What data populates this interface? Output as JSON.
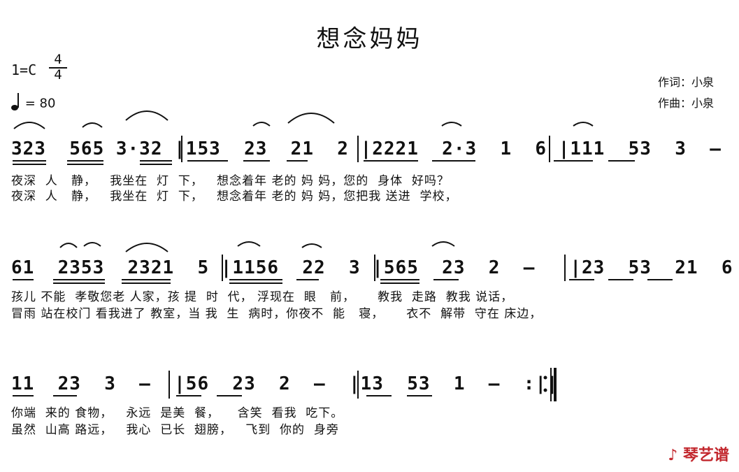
{
  "title": "想念妈妈",
  "key": "1=C",
  "time_signature": {
    "top": "4",
    "bottom": "4"
  },
  "tempo": "= 80",
  "lyricist": "作词：小泉",
  "composer": "作曲：小泉",
  "rows": [
    {
      "notes": "323  565 3·32 |153  23  21  2 |2221  2·3  1  6 |111  53  3  –",
      "lyric1": "夜深  人   静，   我坐在  灯  下，   想念着年 老的 妈 妈，您的  身体  好吗？",
      "lyric2": "夜深  人   静，   我坐在  灯  下，   想念着年 老的 妈 妈，您把我 送进  学校，"
    },
    {
      "notes": "61  2353  2321  5 |1156  22  3 |565  23  2  –   |23  53  21  6",
      "lyric1": "孩儿 不能  孝敬您老 人家，孩 提  时  代， 浮现在  眼   前，     教我  走路  教我 说话，",
      "lyric2": "冒雨 站在校门 看我进了 教室，当 我  生  病时，你夜不  能   寝，     衣不  解带  守在 床边，"
    },
    {
      "notes": "11  23  3  –  |56  23  2  –  |13  53  1  –  :||",
      "lyric1": "你端  来的 食物，   永远  是美  餐，    含笑  看我  吃下。",
      "lyric2": "虽然  山高 路远，   我心  已长  翅膀，   飞到  你的  身旁"
    }
  ],
  "watermark": "琴艺谱"
}
